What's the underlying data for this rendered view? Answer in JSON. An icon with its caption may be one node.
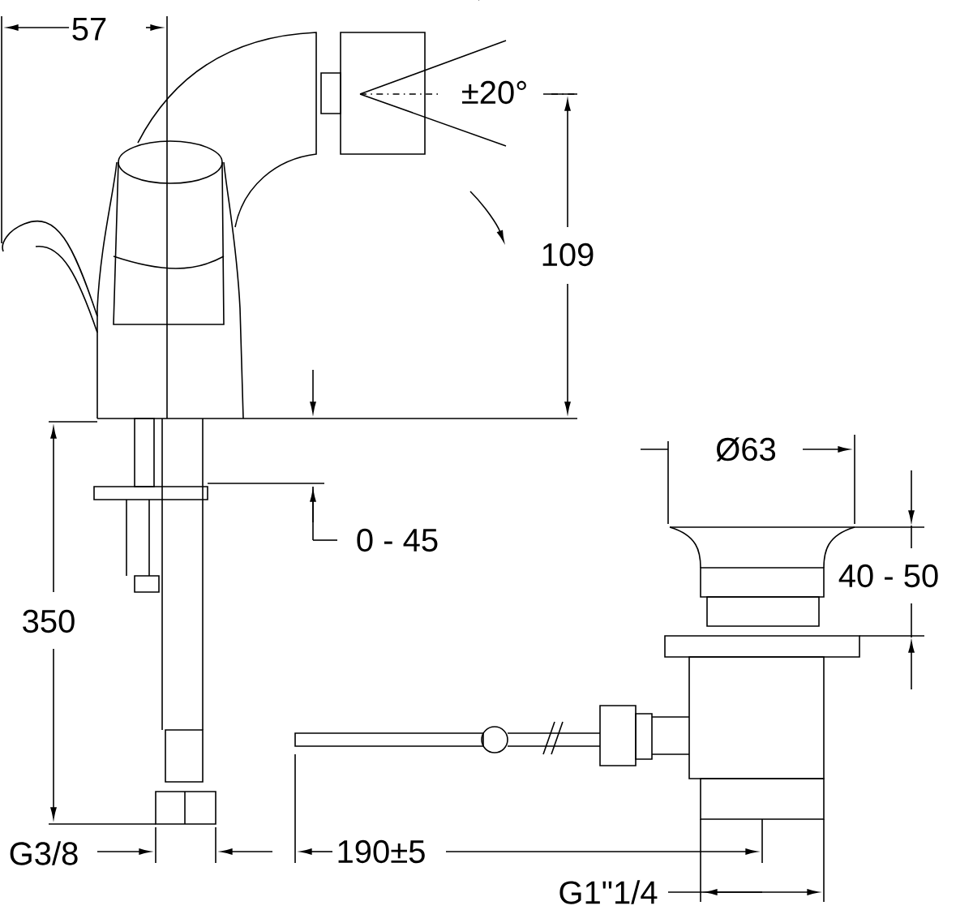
{
  "diagram": {
    "labels": [
      "57",
      "±20°",
      "109",
      "Ø63",
      "0 - 45",
      "40 - 50",
      "350",
      "G3/8",
      "190±5",
      "G1\"1/4"
    ]
  }
}
